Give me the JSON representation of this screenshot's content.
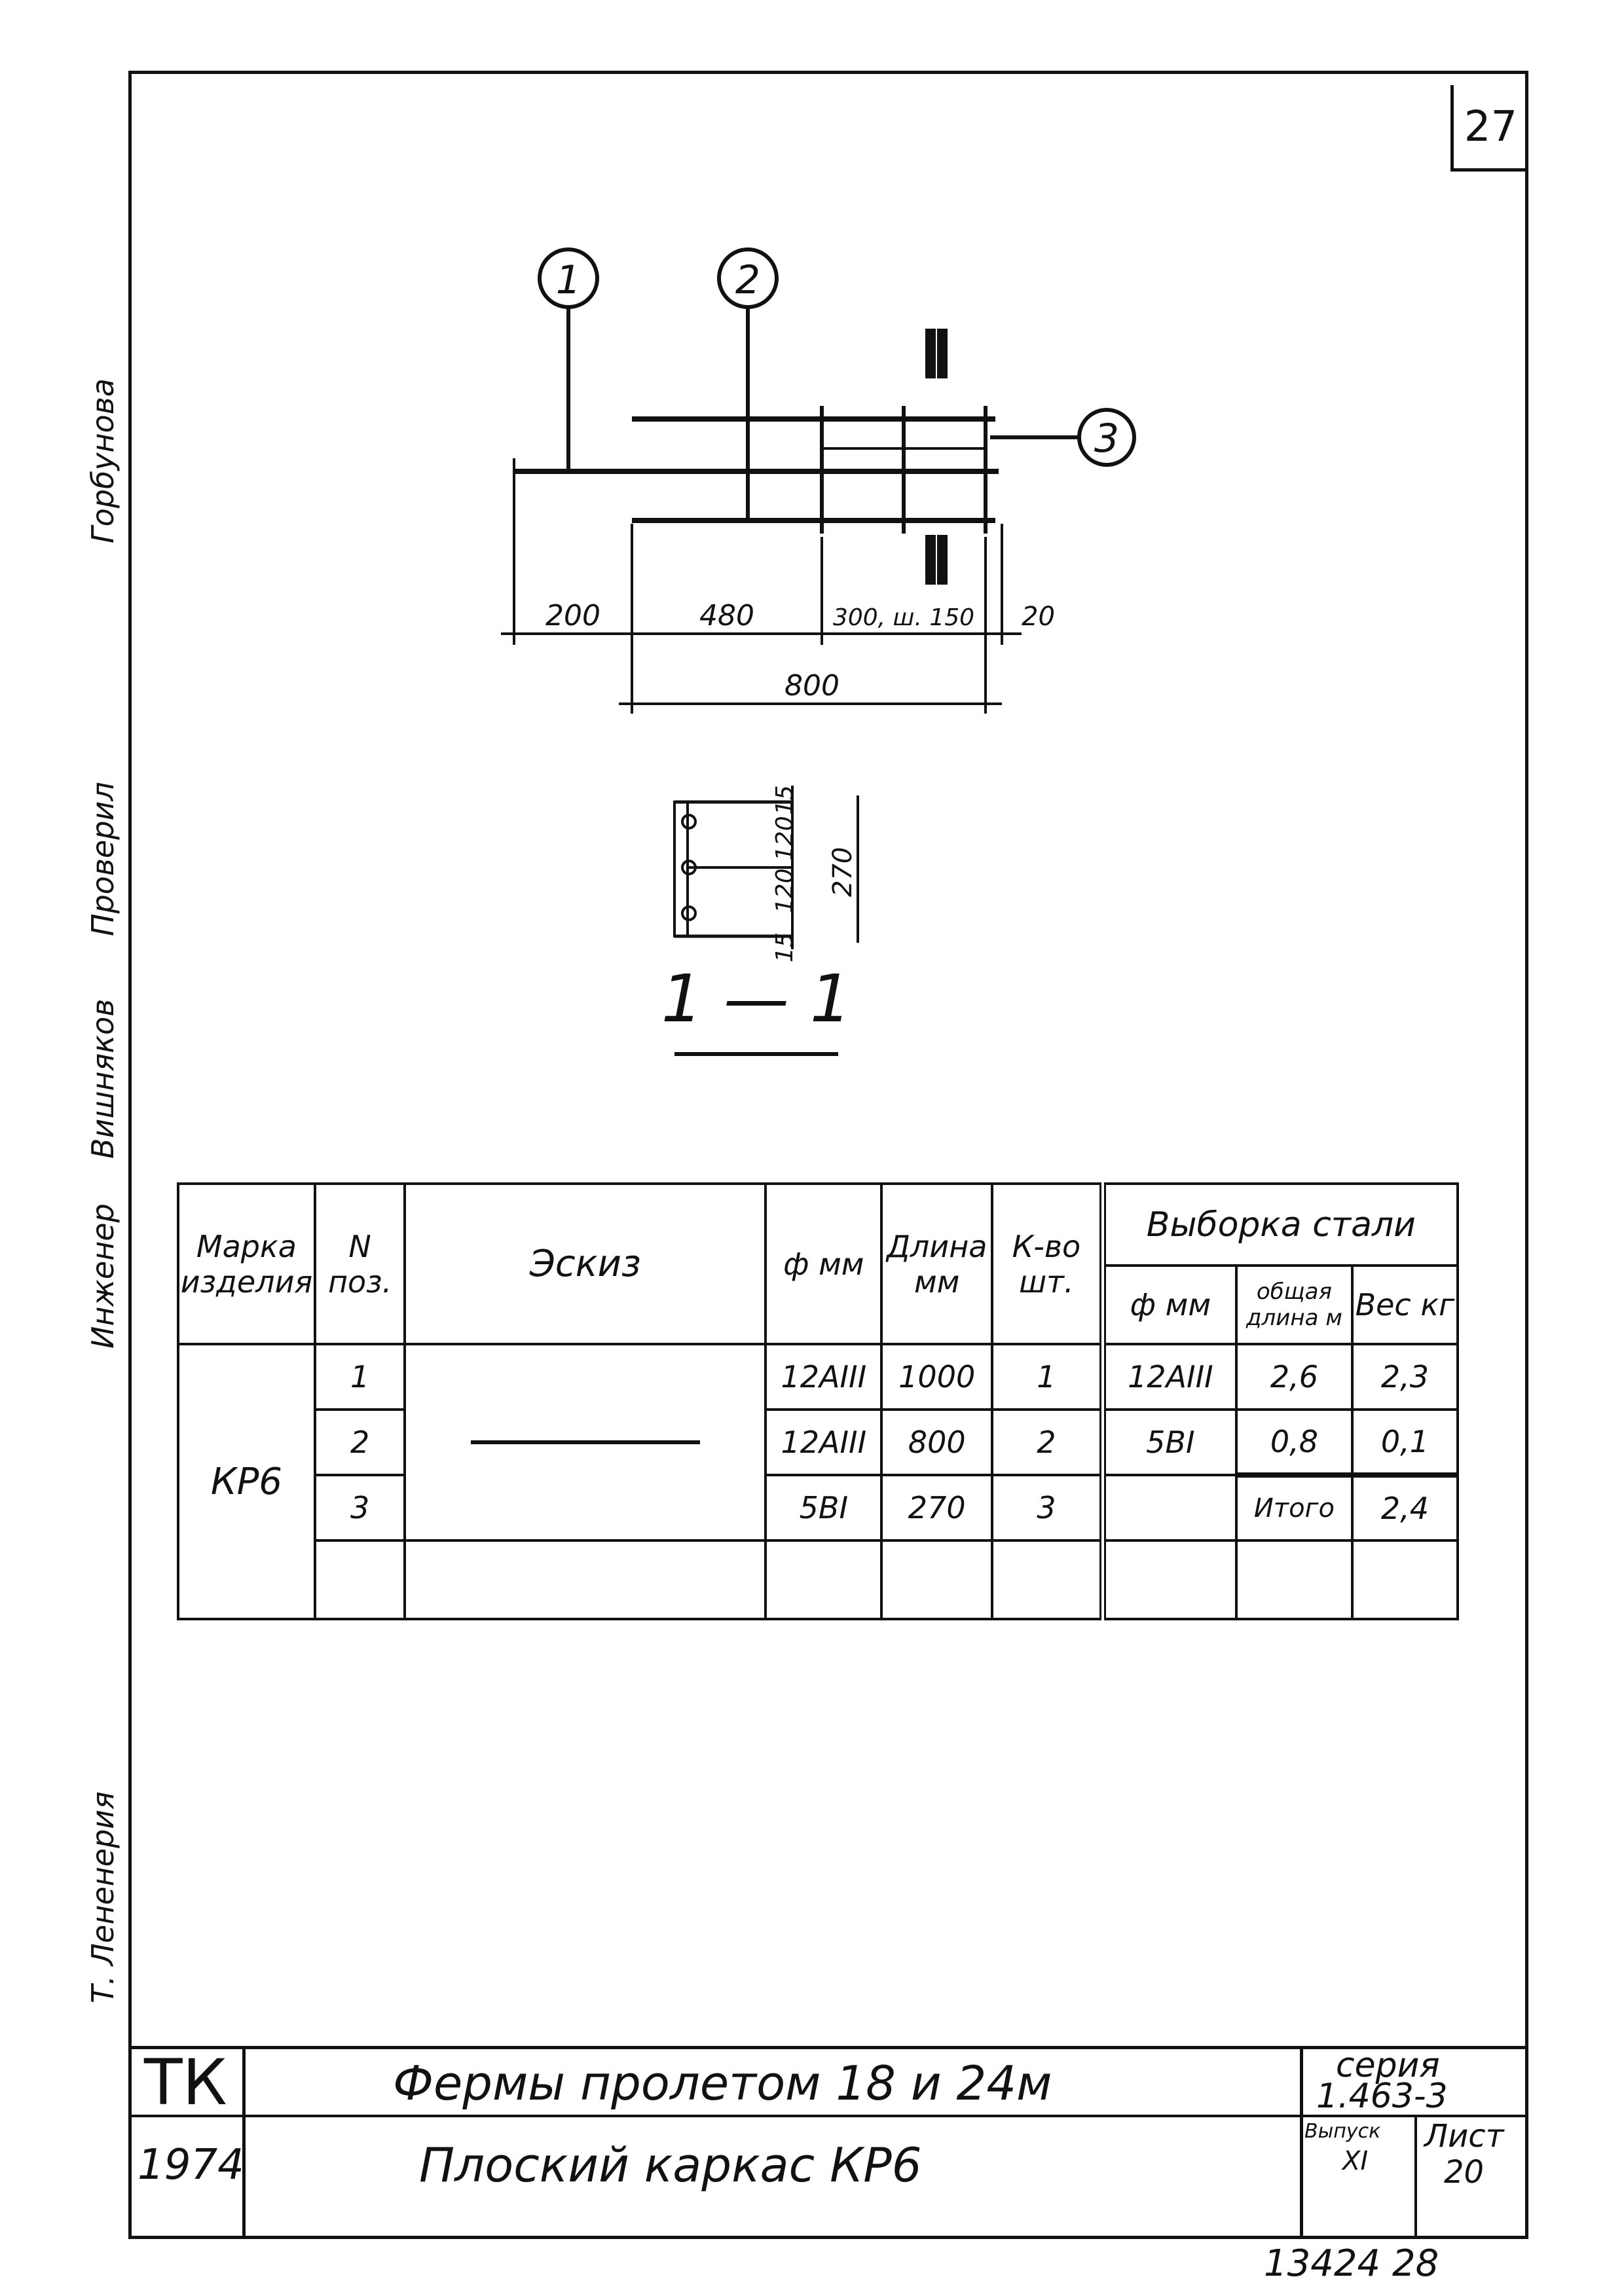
{
  "page_number": "27",
  "sidebar": {
    "role1": "Инженер",
    "role2": "Вишняков",
    "role3": "Проверил",
    "name": "Горбунова",
    "extra": "Т. Лененерия"
  },
  "drawing": {
    "callouts": [
      "1",
      "2",
      "3"
    ],
    "section_mark": "I",
    "dims": [
      "200",
      "480",
      "300, ш. 150",
      "20",
      "800"
    ],
    "section_dims": [
      "15",
      "120",
      "120",
      "15",
      "270"
    ],
    "section_title": "1 — 1"
  },
  "table": {
    "headers": {
      "mark": "Марка изделия",
      "pos": "N поз.",
      "sketch": "Эскиз",
      "diam": "ф мм",
      "length": "Длина мм",
      "count": "К-во шт.",
      "steel": "Выборка стали",
      "steel_diam": "ф мм",
      "steel_len": "общая длина м",
      "steel_weight": "Вес кг"
    },
    "mark": "КР6",
    "rows": [
      {
        "pos": "1",
        "diam": "12АIII",
        "length": "1000",
        "count": "1",
        "s_diam": "12АIII",
        "s_len": "2,6",
        "s_w": "2,3"
      },
      {
        "pos": "2",
        "diam": "12АIII",
        "length": "800",
        "count": "2",
        "s_diam": "5ВI",
        "s_len": "0,8",
        "s_w": "0,1"
      },
      {
        "pos": "3",
        "diam": "5ВI",
        "length": "270",
        "count": "3",
        "s_diam": "",
        "s_len": "Итого",
        "s_w": "2,4"
      }
    ]
  },
  "title_block": {
    "org": "ТК",
    "year": "1974",
    "title1": "Фермы пролетом 18 и 24м",
    "title2": "Плоский каркас КР6",
    "series_label": "серия",
    "series": "1.463-3",
    "issue_label": "Выпуск",
    "issue": "XI",
    "sheet_label": "Лист",
    "sheet": "20"
  },
  "footer": "13424 28"
}
